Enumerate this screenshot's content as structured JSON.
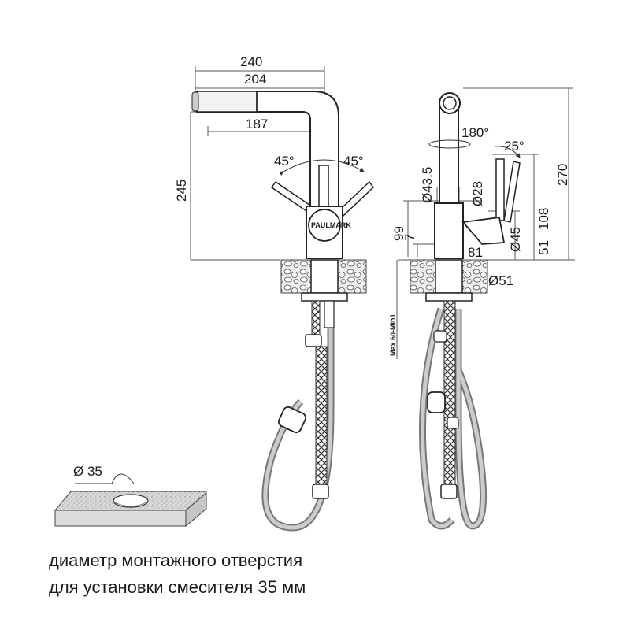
{
  "left_view": {
    "dim_240": "240",
    "dim_204": "204",
    "dim_187": "187",
    "dim_245": "245",
    "angle_left": "45°",
    "angle_right": "45°",
    "brand": "PAULMARK"
  },
  "right_view": {
    "rotation": "180°",
    "tilt": "25°",
    "dia_43_5": "Ø43.5",
    "dia_28": "Ø28",
    "dia_45": "Ø45",
    "dia_51": "Ø51",
    "dim_81": "81",
    "dim_99": "99",
    "dim_7": "7",
    "dim_108": "108",
    "dim_51": "51",
    "dim_270": "270",
    "mount_range": "Max 60-Min1"
  },
  "countertop": {
    "hole_dia": "Ø 35"
  },
  "caption": {
    "line1": "диаметр монтажного отверстия",
    "line2": "для установки смесителя 35 мм"
  }
}
